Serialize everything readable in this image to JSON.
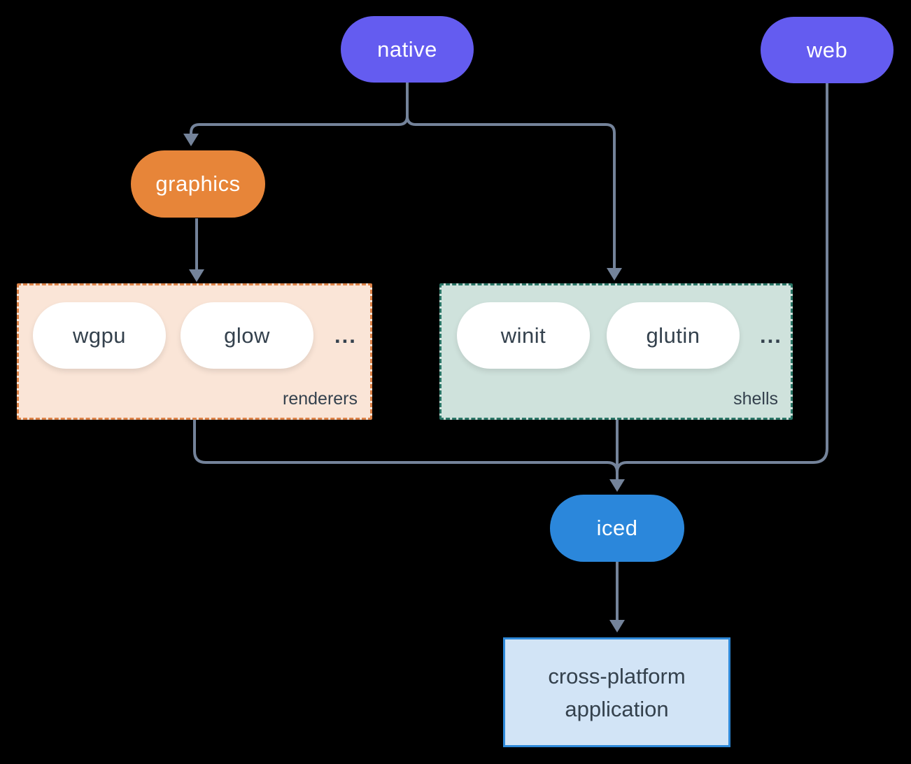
{
  "colors": {
    "background": "#000000",
    "line": "#74839a",
    "purple": "#645cf0",
    "orange": "#e78539",
    "blue": "#2b87db",
    "white-pill": "#ffffff",
    "dark-text": "#34414d",
    "renderers-bg": "#fae5d7",
    "renderers-border": "#dd8348",
    "shells-bg": "#cfe2dc",
    "shells-border": "#2a7566",
    "app-bg": "#d2e4f6",
    "app-border": "#2e89d9"
  },
  "nodes": {
    "native": {
      "label": "native"
    },
    "web": {
      "label": "web"
    },
    "graphics": {
      "label": "graphics"
    },
    "iced": {
      "label": "iced"
    },
    "application": {
      "line1": "cross-platform",
      "line2": "application"
    }
  },
  "groups": {
    "renderers": {
      "label": "renderers",
      "items": [
        "wgpu",
        "glow"
      ],
      "ellipsis": "..."
    },
    "shells": {
      "label": "shells",
      "items": [
        "winit",
        "glutin"
      ],
      "ellipsis": "..."
    }
  }
}
